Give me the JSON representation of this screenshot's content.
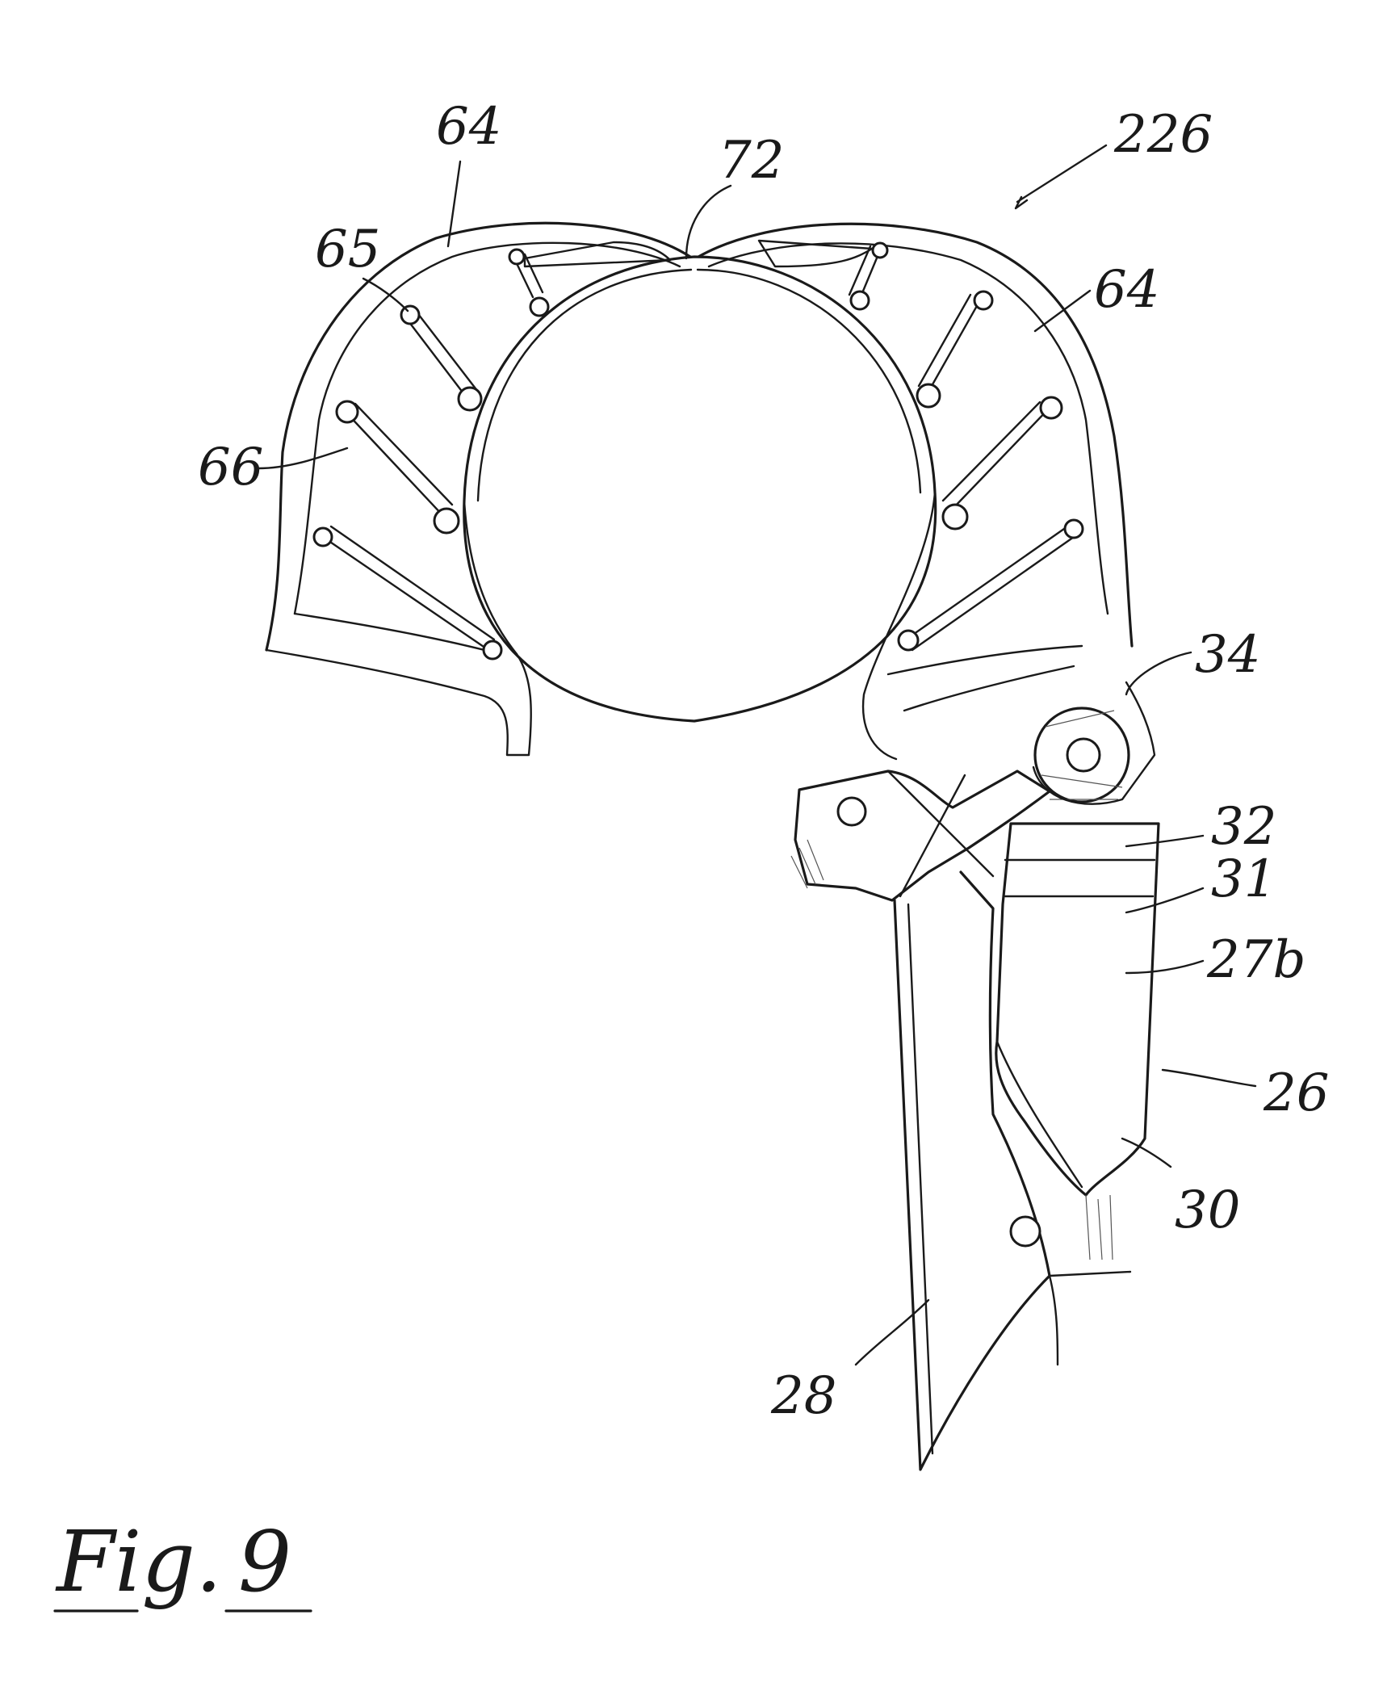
{
  "figure": {
    "caption_prefix": "Fig.",
    "caption_number": "9"
  },
  "reference_labels": {
    "r226": "226",
    "r72": "72",
    "r64_left": "64",
    "r64_right": "64",
    "r65": "65",
    "r66": "66",
    "r34": "34",
    "r32": "32",
    "r31": "31",
    "r27b": "27b",
    "r26": "26",
    "r30": "30",
    "r28": "28"
  },
  "colors": {
    "line": "#1a1a1a",
    "background": "#ffffff"
  }
}
